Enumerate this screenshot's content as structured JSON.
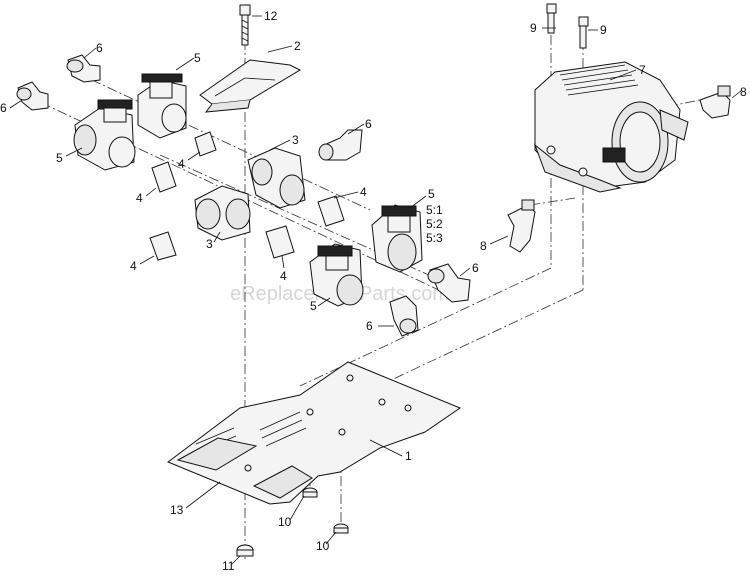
{
  "watermark": "eReplacementParts.com",
  "callouts": [
    {
      "id": "c12",
      "text": "12"
    },
    {
      "id": "c2",
      "text": "2"
    },
    {
      "id": "c9a",
      "text": "9"
    },
    {
      "id": "c9b",
      "text": "9"
    },
    {
      "id": "c7",
      "text": "7"
    },
    {
      "id": "c8a",
      "text": "8"
    },
    {
      "id": "c6a",
      "text": "6"
    },
    {
      "id": "c5a",
      "text": "5"
    },
    {
      "id": "c6b",
      "text": "6"
    },
    {
      "id": "c5b",
      "text": "5"
    },
    {
      "id": "c3a",
      "text": "3"
    },
    {
      "id": "c6c",
      "text": "6"
    },
    {
      "id": "c4a",
      "text": "4"
    },
    {
      "id": "c4b",
      "text": "4"
    },
    {
      "id": "c4c",
      "text": "4"
    },
    {
      "id": "c5c",
      "text": "5"
    },
    {
      "id": "c51",
      "text": "5:1"
    },
    {
      "id": "c52",
      "text": "5:2"
    },
    {
      "id": "c53",
      "text": "5:3"
    },
    {
      "id": "c8b",
      "text": "8"
    },
    {
      "id": "c3b",
      "text": "3"
    },
    {
      "id": "c4d",
      "text": "4"
    },
    {
      "id": "c4e",
      "text": "4"
    },
    {
      "id": "c6d",
      "text": "6"
    },
    {
      "id": "c5d",
      "text": "5"
    },
    {
      "id": "c6e",
      "text": "6"
    },
    {
      "id": "c1",
      "text": "1"
    },
    {
      "id": "c13",
      "text": "13"
    },
    {
      "id": "c10a",
      "text": "10"
    },
    {
      "id": "c10b",
      "text": "10"
    },
    {
      "id": "c11",
      "text": "11"
    }
  ]
}
